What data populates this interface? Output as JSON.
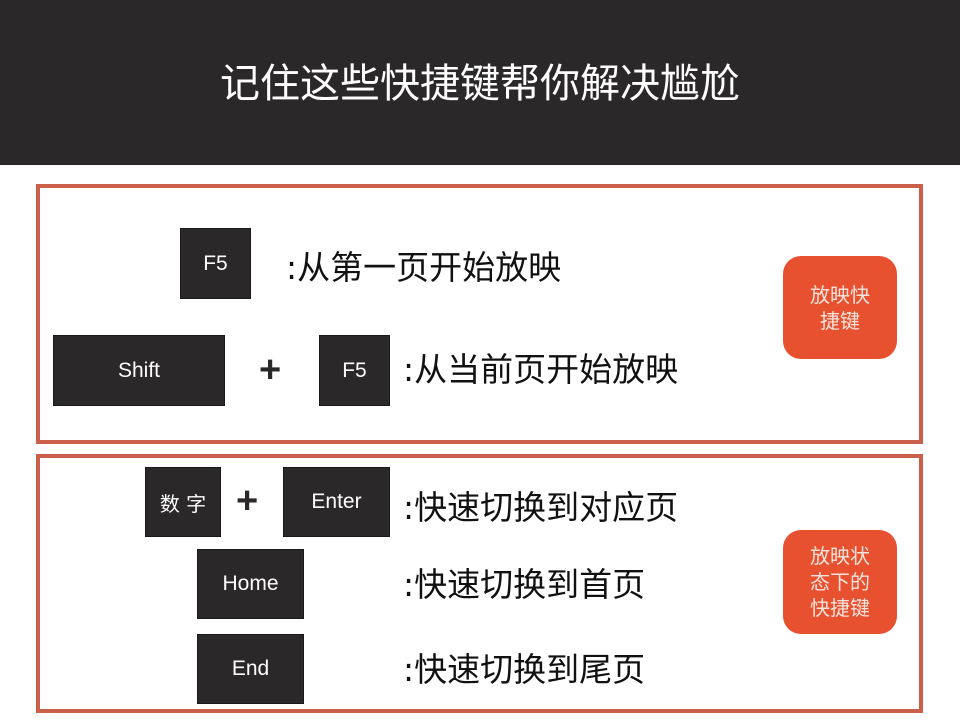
{
  "header": {
    "title": "记住这些快捷键帮你解决尴尬"
  },
  "colors": {
    "header_bg": "#2a2829",
    "frame_border": "#cb5f49",
    "key_bg": "#2a2829",
    "badge_bg": "#e8512f"
  },
  "section1": {
    "badge": "放映快捷键",
    "rows": [
      {
        "keys": [
          "F5"
        ],
        "description": ":从第一页开始放映"
      },
      {
        "keys": [
          "Shift",
          "F5"
        ],
        "combinator": "+",
        "description": ":从当前页开始放映"
      }
    ]
  },
  "section2": {
    "badge": "放映状态下的快捷键",
    "rows": [
      {
        "keys": [
          "数 字",
          "Enter"
        ],
        "combinator": "+",
        "description": ":快速切换到对应页"
      },
      {
        "keys": [
          "Home"
        ],
        "description": ":快速切换到首页"
      },
      {
        "keys": [
          "End"
        ],
        "description": ":快速切换到尾页"
      }
    ]
  }
}
